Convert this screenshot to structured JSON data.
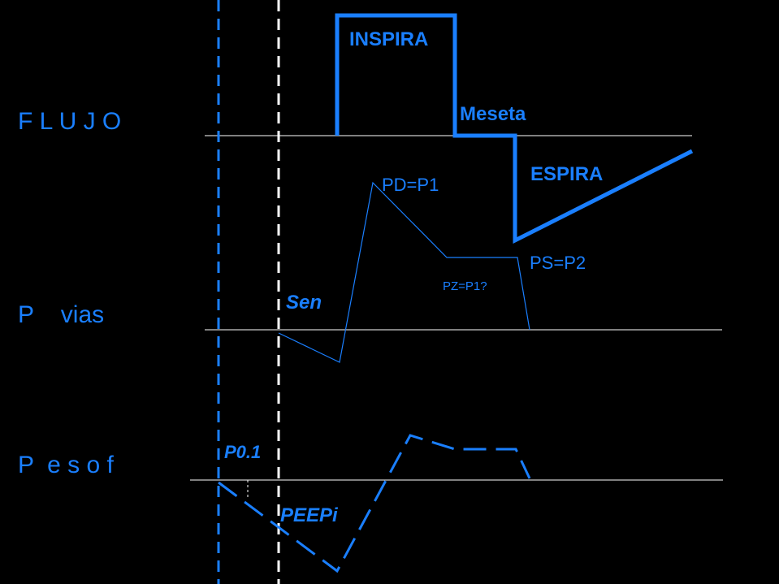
{
  "colors": {
    "background": "#000000",
    "signal": "#1a7fff",
    "axis": "#ffffff"
  },
  "row_labels": {
    "flujo": "F L U J O",
    "pvias": "P    vias",
    "pesof": "P  e s o f"
  },
  "annotations": {
    "inspira": "INSPIRA",
    "meseta": "Meseta",
    "espira": "ESPIRA",
    "pd": "PD=P1",
    "ps": "PS=P2",
    "pz": "PZ=P1?",
    "sen": "Sen",
    "p01": "P0.1",
    "peepi": "PEEPi"
  }
}
